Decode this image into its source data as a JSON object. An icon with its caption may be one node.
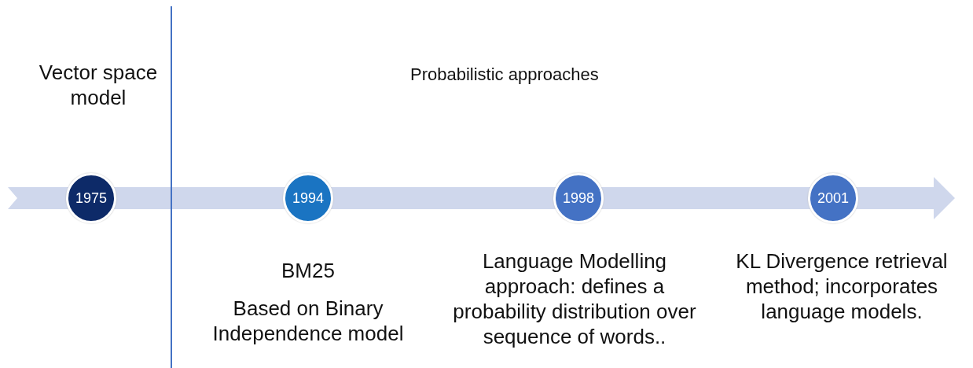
{
  "diagram": {
    "nodes": [
      {
        "text": [
          "1975"
        ],
        "beside": [
          "Vector space model"
        ]
      },
      {
        "text": [
          "1994"
        ],
        "beside": [
          "BM25",
          "Based on Binary Independence model"
        ]
      },
      {
        "text": [
          "1998"
        ],
        "beside": [
          "Language Modelling approach: defines a probability distribution over sequence of words.."
        ]
      },
      {
        "text": [
          "2001"
        ],
        "beside": [
          "KL Divergence retrieval method; incorporates language models."
        ]
      }
    ],
    "labels": [
      "Probabilistic approaches"
    ]
  }
}
